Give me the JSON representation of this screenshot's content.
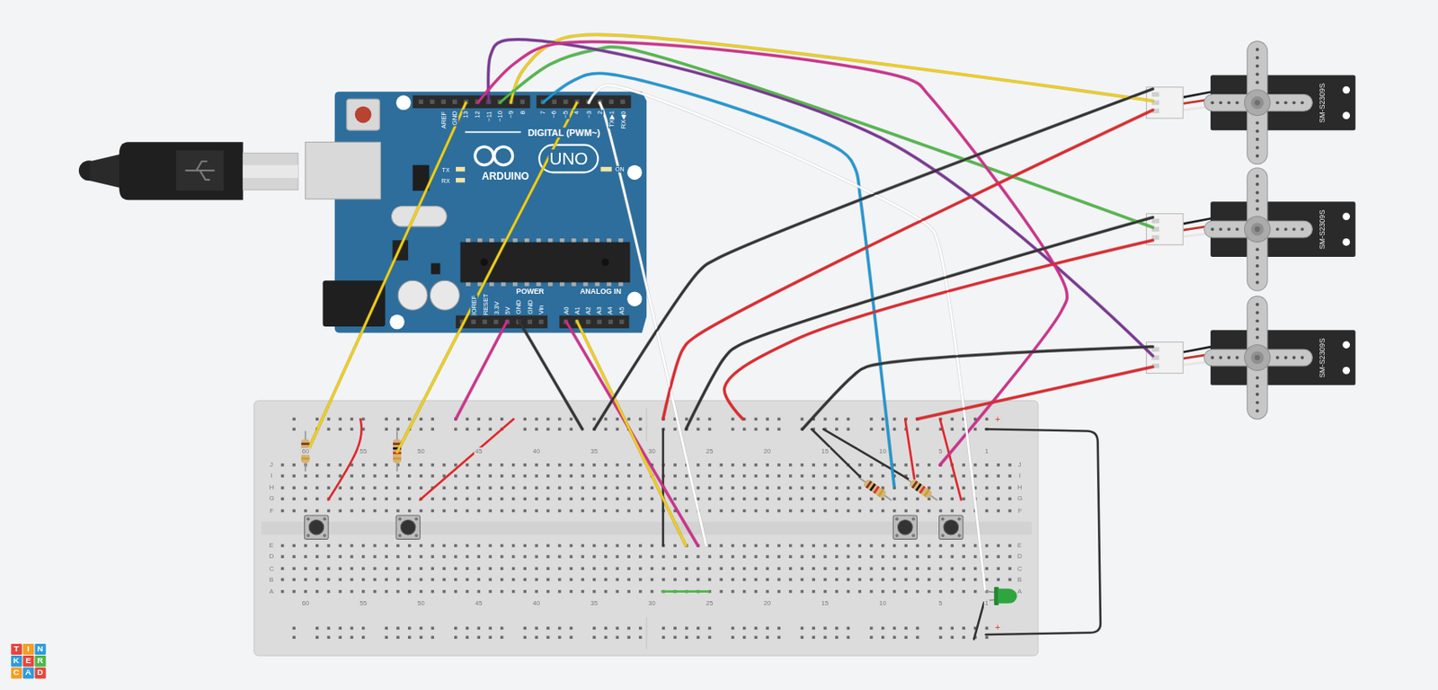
{
  "diagram": {
    "nodes": [
      {
        "text": [
          "AREF",
          "GND",
          "13",
          "12",
          "~11",
          "~10",
          "~9",
          "8",
          "7",
          "~6",
          "~5",
          "4",
          "~3",
          "2",
          "TX▶1",
          "RX◀0",
          "DIGITAL (PWM~)",
          "TX",
          "RX",
          "ARDUINO",
          "UNO",
          "ON",
          "POWER",
          "ANALOG IN",
          "IOREF",
          "RESET",
          "3.3V",
          "5V",
          "GND",
          "GND",
          "Vin",
          "A0",
          "A1",
          "A2",
          "A3",
          "A4",
          "A5"
        ]
      },
      {
        "text": [
          "SM-S2309S"
        ]
      },
      {
        "text": [
          "SM-S2309S"
        ]
      },
      {
        "text": [
          "SM-S2309S"
        ]
      },
      {
        "text": [
          "+",
          "60",
          "55",
          "50",
          "45",
          "40",
          "35",
          "30",
          "25",
          "20",
          "15",
          "10",
          "5",
          "1",
          "J",
          "I",
          "H",
          "G",
          "F",
          "J",
          "I",
          "H",
          "G",
          "F",
          "E",
          "D",
          "C",
          "B",
          "A",
          "E",
          "D",
          "C",
          "B",
          "A",
          "60",
          "55",
          "50",
          "45",
          "40",
          "35",
          "30",
          "25",
          "20",
          "15",
          "10",
          "5",
          "1",
          "+"
        ]
      },
      {
        "text": [
          "T"
        ]
      },
      {
        "text": [
          "I"
        ]
      },
      {
        "text": [
          "N"
        ]
      },
      {
        "text": [
          "K"
        ]
      },
      {
        "text": [
          "E"
        ]
      },
      {
        "text": [
          "R"
        ]
      },
      {
        "text": [
          "C"
        ]
      },
      {
        "text": [
          "A"
        ]
      },
      {
        "text": [
          "D"
        ]
      }
    ],
    "edges": [
      {
        "from": 0,
        "to": 1,
        "arrow": "none"
      },
      {
        "from": 0,
        "to": 2,
        "arrow": "none"
      },
      {
        "from": 0,
        "to": 3,
        "arrow": "none"
      },
      {
        "from": 0,
        "to": 4,
        "arrow": "none"
      },
      {
        "from": 0,
        "to": 4,
        "arrow": "none"
      },
      {
        "from": 0,
        "to": 4,
        "arrow": "none"
      },
      {
        "from": 0,
        "to": 4,
        "arrow": "none"
      },
      {
        "from": 0,
        "to": 4,
        "arrow": "none"
      },
      {
        "from": 0,
        "to": 4,
        "arrow": "none"
      },
      {
        "from": 0,
        "to": 4,
        "arrow": "none"
      },
      {
        "from": 0,
        "to": 4,
        "arrow": "none"
      },
      {
        "from": 0,
        "to": 4,
        "arrow": "none"
      },
      {
        "from": 0,
        "to": 4,
        "arrow": "none"
      },
      {
        "from": 1,
        "to": 4,
        "arrow": "none"
      },
      {
        "from": 1,
        "to": 4,
        "arrow": "none"
      },
      {
        "from": 2,
        "to": 4,
        "arrow": "none"
      },
      {
        "from": 2,
        "to": 4,
        "arrow": "none"
      },
      {
        "from": 3,
        "to": 4,
        "arrow": "none"
      },
      {
        "from": 3,
        "to": 4,
        "arrow": "none"
      }
    ]
  }
}
